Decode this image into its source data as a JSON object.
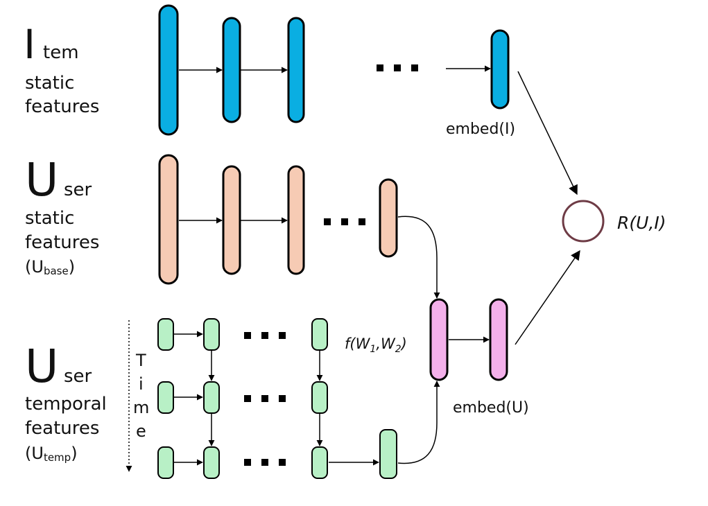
{
  "colors": {
    "item": "#0aaee2",
    "user_static": "#f6cbb4",
    "user_temporal": "#b8f0c6",
    "embed_user": "#f3b0ea",
    "output_circle": "#6e3b45",
    "stroke": "#000000"
  },
  "labels": {
    "item": {
      "initial": "I",
      "rest": "tem",
      "line2": "static",
      "line3": "features"
    },
    "user_static": {
      "initial": "U",
      "rest": "ser",
      "line2": "static",
      "line3": "features",
      "paren_open": "(U",
      "subscript": "base",
      "paren_close": ")"
    },
    "user_temporal": {
      "initial": "U",
      "rest": "ser",
      "line2": "temporal",
      "line3": "features",
      "paren_open": "(U",
      "subscript": "temp",
      "paren_close": ")"
    },
    "time_letters": [
      "T",
      "i",
      "m",
      "e"
    ],
    "embed_item": "embed(I)",
    "embed_user": "embed(U)",
    "f_func": {
      "prefix": "f(W",
      "sub1": "1",
      "mid": ",W",
      "sub2": "2",
      "suffix": ")"
    },
    "output": "R(U,I)",
    "ellipsis": "• • •"
  }
}
